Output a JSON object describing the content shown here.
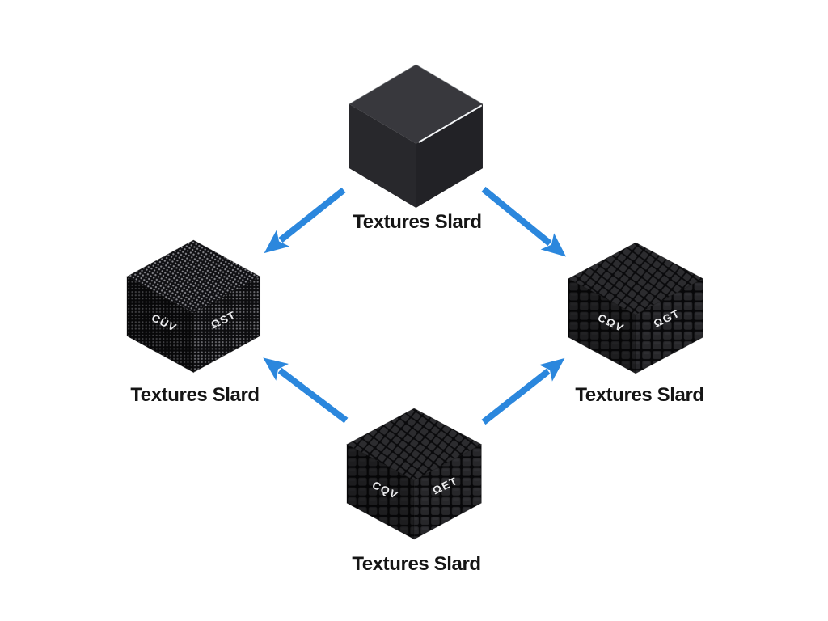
{
  "diagram": {
    "type": "cube-texture-flow",
    "nodes": {
      "top": {
        "label": "Textures Slard",
        "texture": "smooth"
      },
      "left": {
        "label": "Textures Slard",
        "texture": "fine-mesh",
        "face_left": "CÜV",
        "face_right": "ΩST"
      },
      "right": {
        "label": "Textures Slard",
        "texture": "coarse-grid",
        "face_left": "CΩV",
        "face_right": "ΩGT"
      },
      "bottom": {
        "label": "Textures Slard",
        "texture": "coarse-grid",
        "face_left": "CQV",
        "face_right": "ΩET"
      }
    },
    "arrows": {
      "color": "#2b87dd",
      "items": [
        {
          "name": "top-to-left",
          "from": "top",
          "to": "left"
        },
        {
          "name": "top-to-right",
          "from": "top",
          "to": "right"
        },
        {
          "name": "bottom-to-left",
          "from": "bottom",
          "to": "left"
        },
        {
          "name": "bottom-to-right",
          "from": "bottom",
          "to": "right"
        }
      ]
    },
    "colors": {
      "background": "#ffffff",
      "label_text": "#151515",
      "face_text": "#ececee",
      "cube_smooth_top": "#38383d",
      "cube_smooth_left": "#28282c",
      "cube_smooth_right": "#222226",
      "edge_highlight": "#f2f4f6",
      "texture_background": "#0a0a0c",
      "texture_block": "#2c2c2f",
      "mesh_background": "#101013",
      "mesh_dot": "#87878d"
    }
  }
}
